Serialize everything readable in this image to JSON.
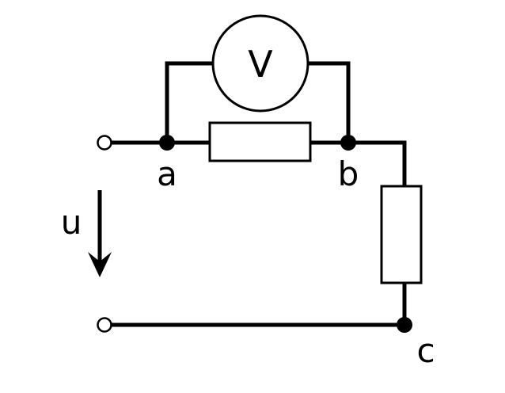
{
  "diagram": {
    "meter_label": "V",
    "node_a": "a",
    "node_b": "b",
    "node_c": "c",
    "voltage_label": "u"
  },
  "colors": {
    "ink": "#000000",
    "paper": "#ffffff"
  }
}
